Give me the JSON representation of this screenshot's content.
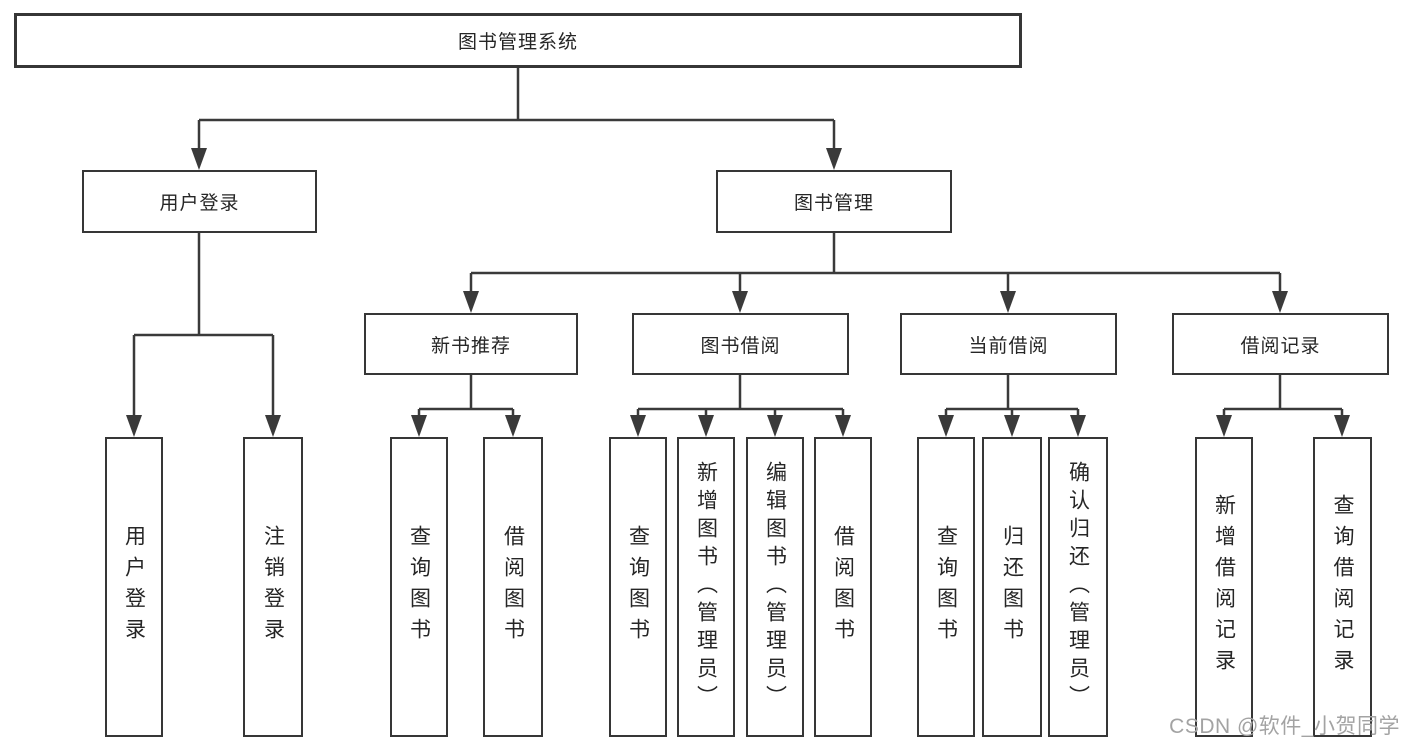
{
  "nodes": {
    "root": {
      "label": "图书管理系统",
      "level": 1
    },
    "user_login": {
      "label": "用户登录",
      "level": 2
    },
    "book_mgmt": {
      "label": "图书管理",
      "level": 2
    },
    "new_book_rec": {
      "label": "新书推荐",
      "level": 3
    },
    "book_borrow": {
      "label": "图书借阅",
      "level": 3
    },
    "current_borrow": {
      "label": "当前借阅",
      "level": 3
    },
    "borrow_records": {
      "label": "借阅记录",
      "level": 3
    },
    "leaf_user_login": {
      "label": "用户登录",
      "level": 4
    },
    "leaf_logout": {
      "label": "注销登录",
      "level": 4
    },
    "leaf_query_books_rec": {
      "label": "查询图书",
      "level": 4
    },
    "leaf_borrow_books_rec": {
      "label": "借阅图书",
      "level": 4
    },
    "leaf_query_books_borrow": {
      "label": "查询图书",
      "level": 4
    },
    "leaf_add_books": {
      "label": "新增图书（管理员）",
      "level": 4
    },
    "leaf_edit_books": {
      "label": "编辑图书（管理员）",
      "level": 4
    },
    "leaf_borrow_books_borrow": {
      "label": "借阅图书",
      "level": 4
    },
    "leaf_query_books_current": {
      "label": "查询图书",
      "level": 4
    },
    "leaf_return_books": {
      "label": "归还图书",
      "level": 4
    },
    "leaf_confirm_return": {
      "label": "确认归还（管理员）",
      "level": 4
    },
    "leaf_add_borrow_record": {
      "label": "新增借阅记录",
      "level": 4
    },
    "leaf_query_borrow_record": {
      "label": "查询借阅记录",
      "level": 4
    }
  },
  "hierarchy": {
    "图书管理系统": {
      "用户登录": [
        "用户登录",
        "注销登录"
      ],
      "图书管理": {
        "新书推荐": [
          "查询图书",
          "借阅图书"
        ],
        "图书借阅": [
          "查询图书",
          "新增图书（管理员）",
          "编辑图书（管理员）",
          "借阅图书"
        ],
        "当前借阅": [
          "查询图书",
          "归还图书",
          "确认归还（管理员）"
        ],
        "借阅记录": [
          "新增借阅记录",
          "查询借阅记录"
        ]
      }
    }
  },
  "watermark": {
    "text": "CSDN @软件_小贺同学"
  },
  "colors": {
    "background": "#ffffff",
    "line": "#3a3a3a",
    "border": "#363636",
    "text": "#262626",
    "watermark": "#a3a3a3"
  }
}
